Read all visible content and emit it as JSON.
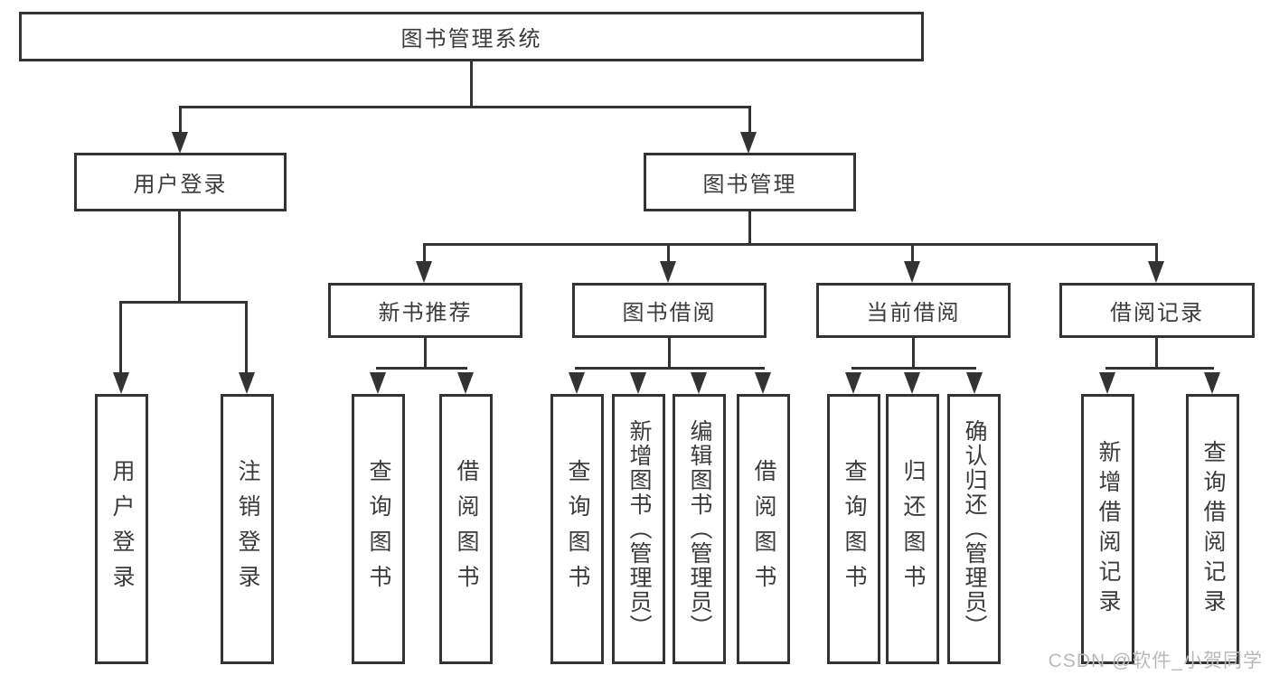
{
  "diagram": {
    "root": {
      "label": "图书管理系统"
    },
    "branches": [
      {
        "label": "用户登录",
        "leaves": [
          {
            "label": "用户登录"
          },
          {
            "label": "注销登录"
          }
        ]
      },
      {
        "label": "图书管理",
        "groups": [
          {
            "label": "新书推荐",
            "leaves": [
              {
                "label": "查询图书"
              },
              {
                "label": "借阅图书"
              }
            ]
          },
          {
            "label": "图书借阅",
            "leaves": [
              {
                "label": "查询图书"
              },
              {
                "label": "新增图书（管理员）"
              },
              {
                "label": "编辑图书（管理员）"
              },
              {
                "label": "借阅图书"
              }
            ]
          },
          {
            "label": "当前借阅",
            "leaves": [
              {
                "label": "查询图书"
              },
              {
                "label": "归还图书"
              },
              {
                "label": "确认归还（管理员）"
              }
            ]
          },
          {
            "label": "借阅记录",
            "leaves": [
              {
                "label": "新增借阅记录"
              },
              {
                "label": "查询借阅记录"
              }
            ]
          }
        ]
      }
    ]
  },
  "watermark": {
    "text": "CSDN @软件_小贺同学"
  },
  "colors": {
    "line": "#333333",
    "text": "#3b3b3b",
    "watermark": "#b9b9b9",
    "background": "#ffffff"
  }
}
